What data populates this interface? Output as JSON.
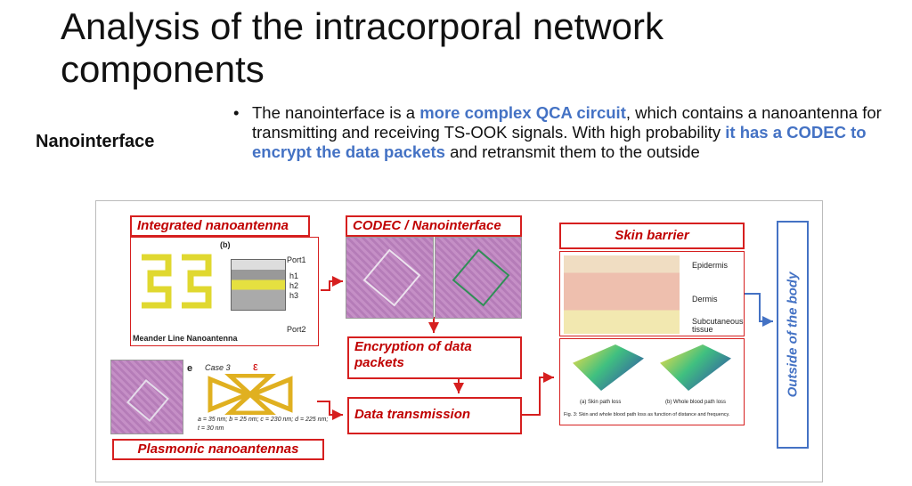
{
  "slide": {
    "title": "Analysis of the intracorporal network components",
    "side_label": "Nanointerface",
    "bullet": {
      "t1": "The nanointerface is a ",
      "h1": "more complex QCA circuit",
      "t2": ", which contains a nanoantenna for transmitting and receiving TS-OOK signals. With high probability ",
      "h2": "it has a CODEC to encrypt the data packets",
      "t3": " and retransmit them to the outside"
    }
  },
  "figure": {
    "labels": {
      "integrated": "Integrated nanoantenna",
      "codec": "CODEC / Nanointerface",
      "skin": "Skin barrier",
      "encryption": "Encryption of data packets",
      "transmission": "Data transmission",
      "plasmonic": "Plasmonic nanoantennas",
      "outside": "Outside of the body"
    },
    "antenna": {
      "panel": "(b)",
      "caption": "Meander Line Nanoantenna",
      "port1": "Port1",
      "port2": "Port2",
      "h1": "h1",
      "h2": "h2",
      "h3": "h3"
    },
    "plasmonic": {
      "panel": "e",
      "case": "Case 3",
      "eps": "ε",
      "dims": "a = 35 nm; b = 25 nm; c = 230 nm; d = 225 nm;",
      "t": "t = 30 nm"
    },
    "skin_layers": {
      "epidermis": "Epidermis",
      "dermis": "Dermis",
      "subcutaneous": "Subcutaneous tissue"
    },
    "plots": {
      "a": "(a) Skin path loss",
      "b": "(b) Whole blood path loss",
      "fig": "Fig. 3: Skin and whole blood path loss as function of distance and frequency."
    }
  }
}
